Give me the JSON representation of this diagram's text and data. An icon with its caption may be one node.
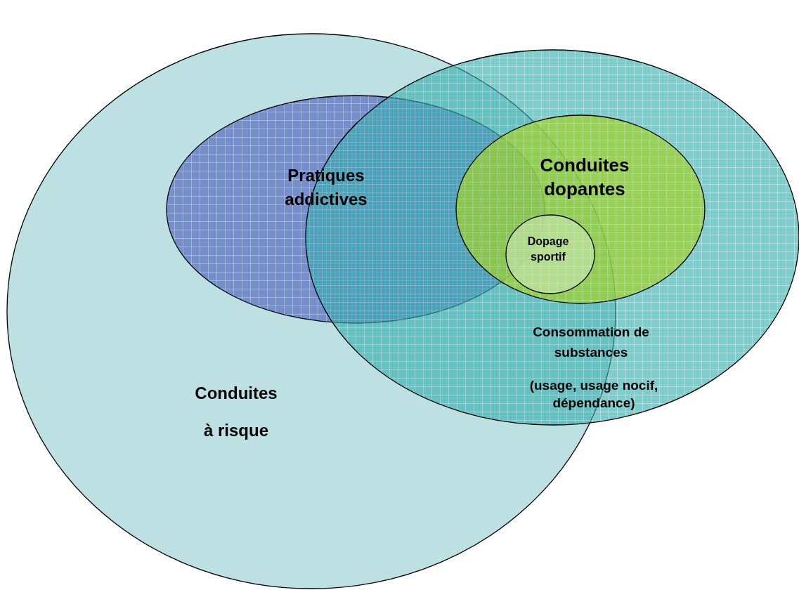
{
  "diagram": {
    "nodes": [
      {
        "text": [
          "Conduites à risque"
        ]
      },
      {
        "text": [
          "Pratiques addictives"
        ],
        "in": 0
      },
      {
        "text": [
          "Consommation de substances",
          "(usage, usage nocif, dépendance)"
        ]
      },
      {
        "text": [
          "Conduites dopantes"
        ],
        "in": 2
      },
      {
        "text": [
          "Dopage sportif"
        ]
      }
    ]
  }
}
